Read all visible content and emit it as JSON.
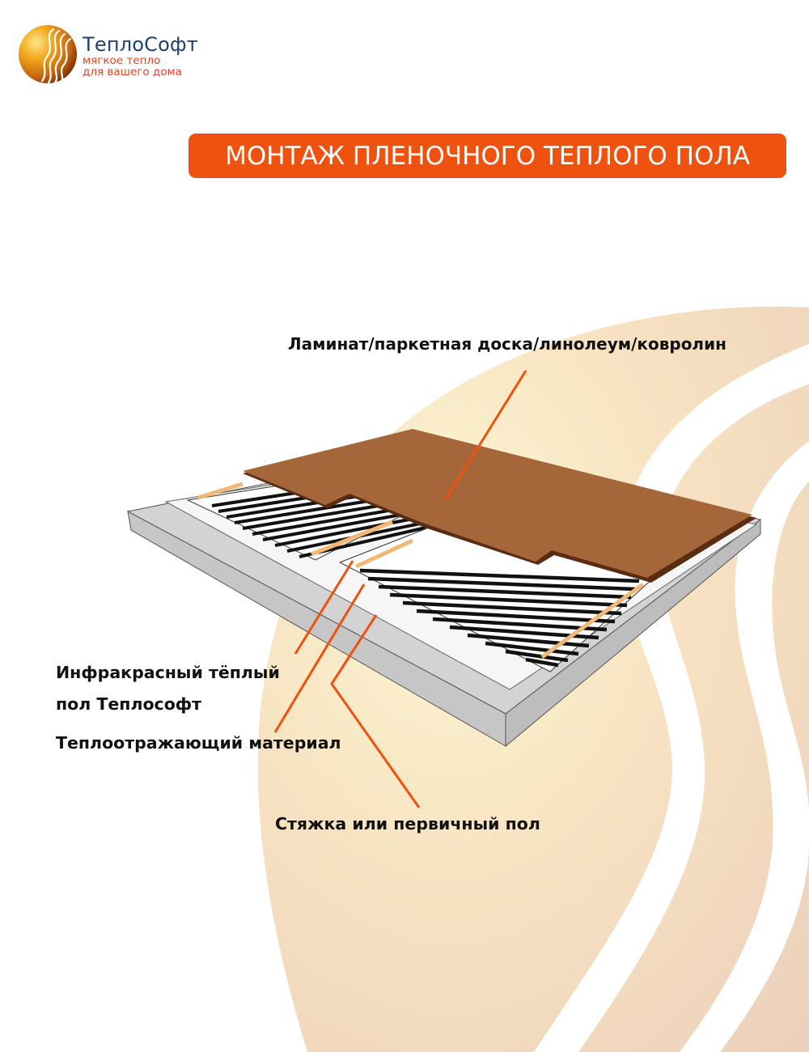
{
  "logo": {
    "name": "ТеплоСофт",
    "tagline_line1": "мягкое тепло",
    "tagline_line2": "для вашего дома",
    "icon": "sun-waves-logo-icon"
  },
  "title": {
    "text": "МОНТАЖ ПЛЕНОЧНОГО ТЕПЛОГО ПОЛА",
    "background_color": "#ef510e",
    "text_color": "#ffffff"
  },
  "diagram": {
    "layers": [
      {
        "id": "floor-covering",
        "label": "Ламинат/паркетная доска/линолеум/ковролин",
        "color": "#a5673a"
      },
      {
        "id": "infrared-film",
        "label_line1": "Инфракрасный тёплый",
        "label_line2": "пол Теплософт",
        "color": "#111111"
      },
      {
        "id": "reflective-material",
        "label": "Теплоотражающий материал",
        "color": "#f4f4f4"
      },
      {
        "id": "screed",
        "label": "Стяжка или первичный пол",
        "color": "#c8c8c8"
      }
    ],
    "leader_line_color": "#ef510e",
    "accent_strip_color": "#f2b878"
  },
  "background": {
    "wave_color_light": "#fbf3cf",
    "wave_color_dark": "#f2d7b8"
  }
}
